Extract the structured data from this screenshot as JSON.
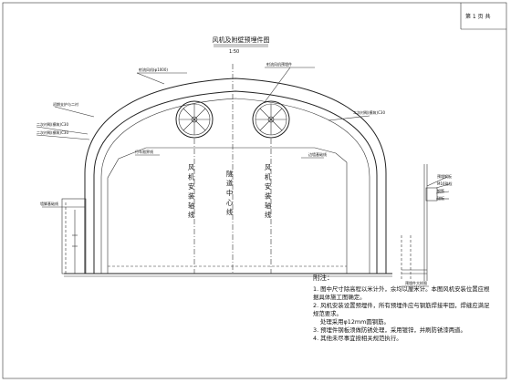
{
  "sheet": {
    "page_label": "第 1 页 共"
  },
  "drawing": {
    "title": "风机及附壁预埋件图",
    "scale": "1:50",
    "wall_labels": {
      "left_1": "初期支护与二衬",
      "left_2": "二次衬砌(模筑)C30",
      "left_3": "二次衬砌(模筑)C30",
      "left_4": "墙脚基础线",
      "top_label": "射流风机(φ1000)",
      "top_right": "射流风机预埋件",
      "right_1": "二次衬砌(模筑)C30",
      "right_2": "边墙基础线",
      "mid_left": "行车限界线"
    },
    "vertical_labels": {
      "left": "风机安装轴线",
      "center": "隧道中心线",
      "right": "风机安装轴线"
    },
    "side_detail": {
      "labels": [
        "预埋钢板",
        "M16锚栓",
        "钢筋",
        "锚板"
      ],
      "caption": "预埋件大样图"
    }
  },
  "notes": {
    "heading": "附注：",
    "items": [
      "1. 图中尺寸除高程以米计外，余均以厘米计。本图风机安装位置应根据具体施工图确定。",
      "2. 风机安装设置预埋件，所有预埋件应与钢筋焊接牢固，焊缝应满足规范要求。",
      "处理采用φ12mm圆钢筋。",
      "3. 预埋件钢板须做防锈处理，采用镀锌，并刷防锈漆两道。",
      "4. 其他未尽事宜按相关规范执行。"
    ]
  }
}
